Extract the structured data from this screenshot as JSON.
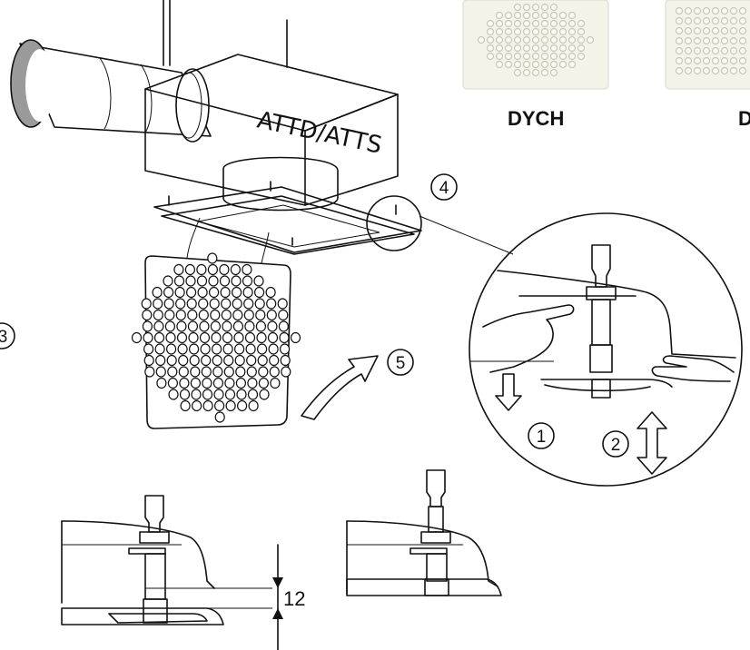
{
  "diagram": {
    "box_label": "ATTD/ATTS",
    "step_4": "4",
    "step_5": "5",
    "step_1": "1",
    "step_2": "2",
    "step_3": "3",
    "dimension_value": "12",
    "product_caption_1": "DYCH",
    "product_caption_2": "D",
    "colors": {
      "line": "#111111",
      "plate": "#f2f2ea",
      "grey": "#cfcfcf",
      "duct": "#e9e9e9"
    }
  }
}
